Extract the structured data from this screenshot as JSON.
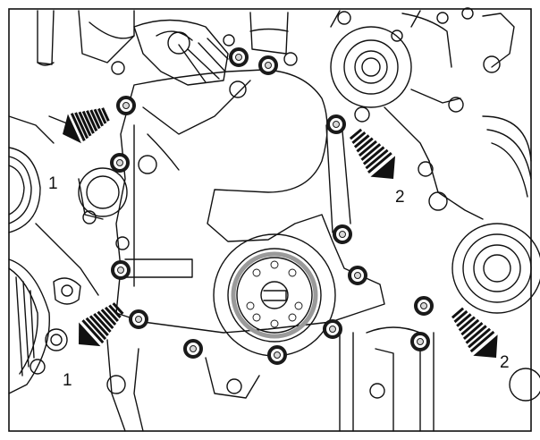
{
  "diagram": {
    "callouts": [
      {
        "id": "c1a",
        "label": "1",
        "direction": "left"
      },
      {
        "id": "c2a",
        "label": "2",
        "direction": "down-right"
      },
      {
        "id": "c1b",
        "label": "1",
        "direction": "left"
      },
      {
        "id": "c2b",
        "label": "2",
        "direction": "down-right"
      }
    ],
    "colors": {
      "line": "#111111",
      "bolt_highlight": "#1a1a1a",
      "bolt_center": "#d9d9d9",
      "seal_ring": "#9a9a9a",
      "arrow": "#111111",
      "background": "#ffffff"
    }
  }
}
